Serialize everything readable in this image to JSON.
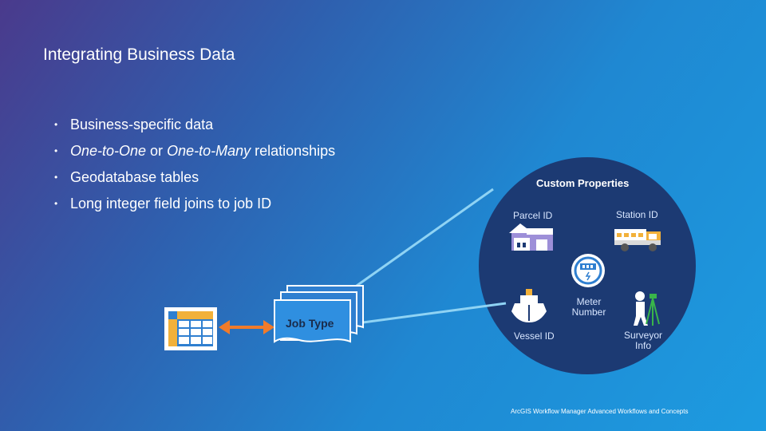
{
  "slide": {
    "title": "Integrating Business Data",
    "bullets": [
      {
        "pre": "Business-specific data",
        "em1": "",
        "mid": "",
        "em2": "",
        "post": ""
      },
      {
        "pre": "",
        "em1": "One-to-One",
        "mid": " or ",
        "em2": "One-to-Many",
        "post": " relationships"
      },
      {
        "pre": "Geodatabase tables",
        "em1": "",
        "mid": "",
        "em2": "",
        "post": ""
      },
      {
        "pre": "Long integer field joins to job ID",
        "em1": "",
        "mid": "",
        "em2": "",
        "post": ""
      }
    ],
    "bullet_glyph": "•",
    "footer": "ArcGIS Workflow Manager Advanced Workflows and Concepts"
  },
  "diagram": {
    "job_type_label": "Job Type",
    "table_icon": "table-icon",
    "custom_properties": {
      "title": "Custom Properties",
      "items": {
        "parcel": {
          "label": "Parcel ID",
          "icon": "house-icon"
        },
        "station": {
          "label": "Station ID",
          "icon": "fire-truck-icon"
        },
        "meter_line1": "Meter",
        "meter_line2": "Number",
        "meter_icon": "meter-icon",
        "vessel": {
          "label": "Vessel ID",
          "icon": "ship-icon"
        },
        "surveyor_line1": "Surveyor",
        "surveyor_line2": "Info",
        "surveyor_icon": "surveyor-icon"
      }
    },
    "colors": {
      "circle": "#1c3a73",
      "connector": "#8fd3f4",
      "arrow": "#f07b2a",
      "doc": "#2f7fd0"
    }
  }
}
